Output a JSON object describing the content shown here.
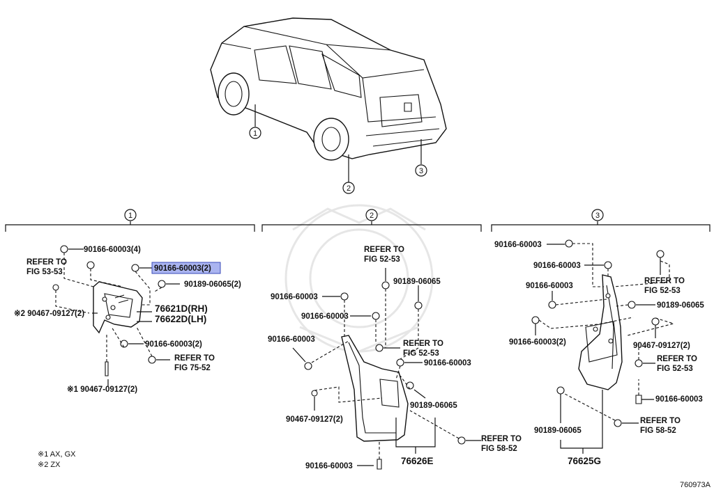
{
  "sections": [
    {
      "number": "1"
    },
    {
      "number": "2"
    },
    {
      "number": "3"
    }
  ],
  "vehicle_callouts": [
    "1",
    "2",
    "3"
  ],
  "section1": {
    "l_90166_4": "90166-60003(4)",
    "refer_a1": "REFER TO",
    "refer_a2": "FIG 53-53",
    "l_90166_2_highlight": "90166-60003(2)",
    "l_90189_2": "90189-06065(2)",
    "l_x2_clip": "※2 90467-09127(2)",
    "l_rh": "76621D(RH)",
    "l_lh": "76622D(LH)",
    "l_90166_2b": "90166-60003(2)",
    "refer_b1": "REFER TO",
    "refer_b2": "FIG 75-52",
    "l_x1_clip": "※1 90467-09127(2)"
  },
  "section2": {
    "refer_a1": "REFER TO",
    "refer_a2": "FIG 52-53",
    "l_90189_a": "90189-06065",
    "l_90166_a": "90166-60003",
    "l_90166_b": "90166-60003",
    "l_90166_c": "90166-60003",
    "refer_b1": "REFER TO",
    "refer_b2": "FIG 52-53",
    "l_90166_d": "90166-60003",
    "l_90467": "90467-09127(2)",
    "l_90189_b": "90189-06065",
    "refer_c1": "REFER TO",
    "refer_c2": "FIG 58-52",
    "l_90166_e": "90166-60003",
    "l_part": "76626E"
  },
  "section3": {
    "l_90166_a": "90166-60003",
    "l_90166_b": "90166-60003",
    "refer_a1": "REFER TO",
    "refer_a2": "FIG 52-53",
    "l_90166_c": "90166-60003",
    "l_90189_a": "90189-06065",
    "l_90166_d": "90166-60003(2)",
    "l_90467": "90467-09127(2)",
    "refer_b1": "REFER TO",
    "refer_b2": "FIG 52-53",
    "l_90166_e": "90166-60003",
    "refer_c1": "REFER TO",
    "refer_c2": "FIG 58-52",
    "l_90189_b": "90189-06065",
    "l_part": "76625G"
  },
  "notes": [
    "※1  AX, GX",
    "※2  ZX"
  ],
  "figure_id": "760973A",
  "colors": {
    "highlight_fill": "#aab4f0",
    "highlight_stroke": "#3b4bb8"
  }
}
